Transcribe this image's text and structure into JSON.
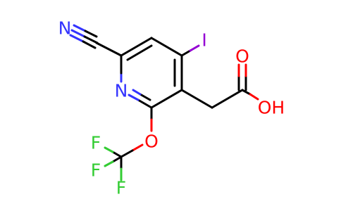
{
  "molecule": {
    "atoms": {
      "nitrile_n": "N",
      "ring_n": "N",
      "iodine": "I",
      "carbonyl_o": "O",
      "hydroxyl": "OH",
      "ether_o": "O",
      "f_top": "F",
      "f_left": "F",
      "f_bottom": "F"
    },
    "colors": {
      "bond": "#000000",
      "nitrogen": "#3333ff",
      "oxygen": "#ff0000",
      "iodine": "#9400d3",
      "fluorine": "#33cc33"
    }
  }
}
